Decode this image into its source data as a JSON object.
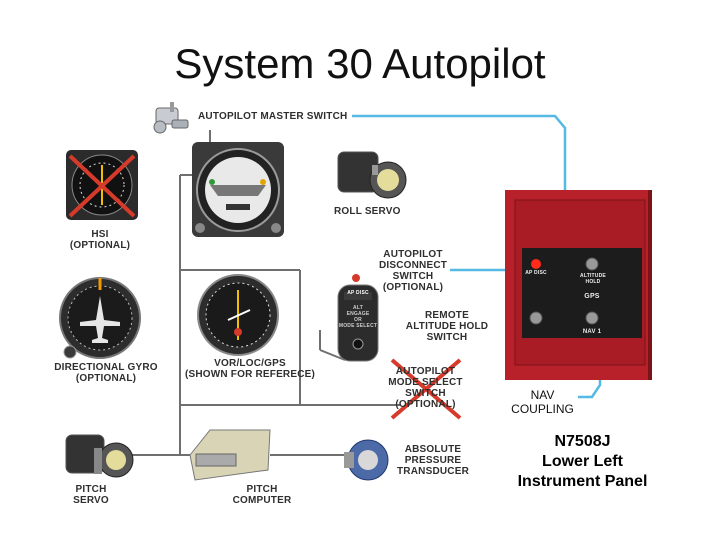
{
  "title": "System 30 Autopilot",
  "labels": {
    "master_switch": "AUTOPILOT MASTER SWITCH",
    "hsi": "HSI\n(OPTIONAL)",
    "roll_servo": "ROLL SERVO",
    "disconnect_switch": "AUTOPILOT\nDISCONNECT\nSWITCH\n(OPTIONAL)",
    "remote_alt_hold": "REMOTE\nALTITUDE HOLD\nSWITCH",
    "directional_gyro": "DIRECTIONAL GYRO\n(OPTIONAL)",
    "vor": "VOR/LOC/GPS\n(SHOWN FOR REFERECE)",
    "mode_select": "AUTOPILOT\nMODE SELECT\nSWITCH\n(OPTIONAL)",
    "pressure_transducer": "ABSOLUTE\nPRESSURE\nTRANSDUCER",
    "pitch_servo": "PITCH\nSERVO",
    "pitch_computer": "PITCH\nCOMPUTER",
    "panel_ap_disc": "AP DISC",
    "panel_altitude_hold": "ALTITUDE HOLD",
    "panel_gps": "GPS",
    "panel_nav1": "NAV 1",
    "alt_btn_top": "AP DISC",
    "alt_btn_mid": "ALT\nENGAGE\nOR\nMODE SELECT"
  },
  "notes": {
    "nav_coupling": "NAV\nCOUPLING",
    "panel_caption": "N7508J\nLower Left\nInstrument Panel"
  },
  "colors": {
    "connector": "#55b9e3",
    "wire": "#6f6f6f",
    "cross": "#d63a2a",
    "panel": "#b8212a"
  }
}
